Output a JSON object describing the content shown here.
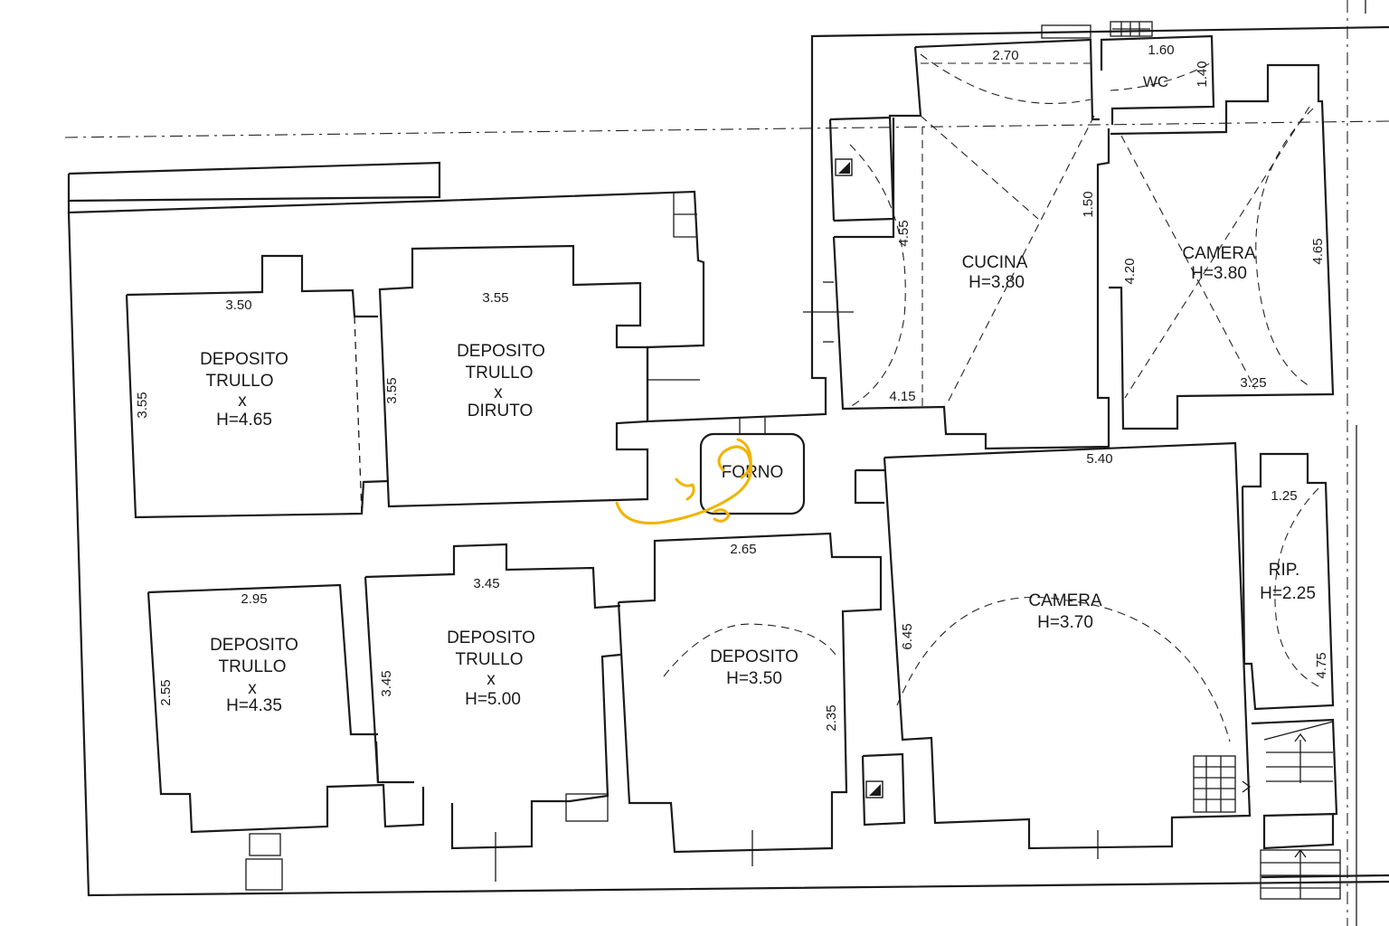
{
  "rooms": {
    "deposito_trullo_1": {
      "l1": "DEPOSITO",
      "l2": "TRULLO",
      "l3": "x",
      "l4": "H=4.65",
      "w": "3.50",
      "h": "3.55"
    },
    "deposito_trullo_diruto": {
      "l1": "DEPOSITO",
      "l2": "TRULLO",
      "l3": "x",
      "l4": "DIRUTO",
      "w": "3.55",
      "h": "3.55"
    },
    "forno": {
      "l1": "FORNO"
    },
    "cucina": {
      "l1": "CUCINA",
      "l2": "H=3.80",
      "w": "2.70",
      "h1": "4.55",
      "h2": "4.15",
      "h3": "1.50"
    },
    "wc": {
      "l1": "WC",
      "w": "1.60",
      "h": "1.40"
    },
    "camera_top": {
      "l1": "CAMERA",
      "l2": "H=3.80",
      "h1": "4.20",
      "h2": "4.65",
      "w": "3.25"
    },
    "deposito_trullo_2": {
      "l1": "DEPOSITO",
      "l2": "TRULLO",
      "l3": "x",
      "l4": "H=4.35",
      "w": "2.95",
      "h": "2.55"
    },
    "deposito_trullo_3": {
      "l1": "DEPOSITO",
      "l2": "TRULLO",
      "l3": "x",
      "l4": "H=5.00",
      "w": "3.45",
      "h": "3.45"
    },
    "deposito": {
      "l1": "DEPOSITO",
      "l2": "H=3.50",
      "w": "2.65",
      "h": "2.35"
    },
    "camera_main": {
      "l1": "CAMERA",
      "l2": "H=3.70",
      "w": "5.40",
      "h": "6.45"
    },
    "ripostiglio": {
      "l1": "RIP.",
      "l2": "H=2.25",
      "w": "1.25",
      "h": "4.75"
    }
  },
  "colors": {
    "walls": "#1a1a1a",
    "annotation": "#f0b400",
    "hatch": "#333333"
  },
  "icons": {
    "stairs": "stairs-icon",
    "arrow": "arrow-icon",
    "scribble": "handwritten-scribble"
  }
}
